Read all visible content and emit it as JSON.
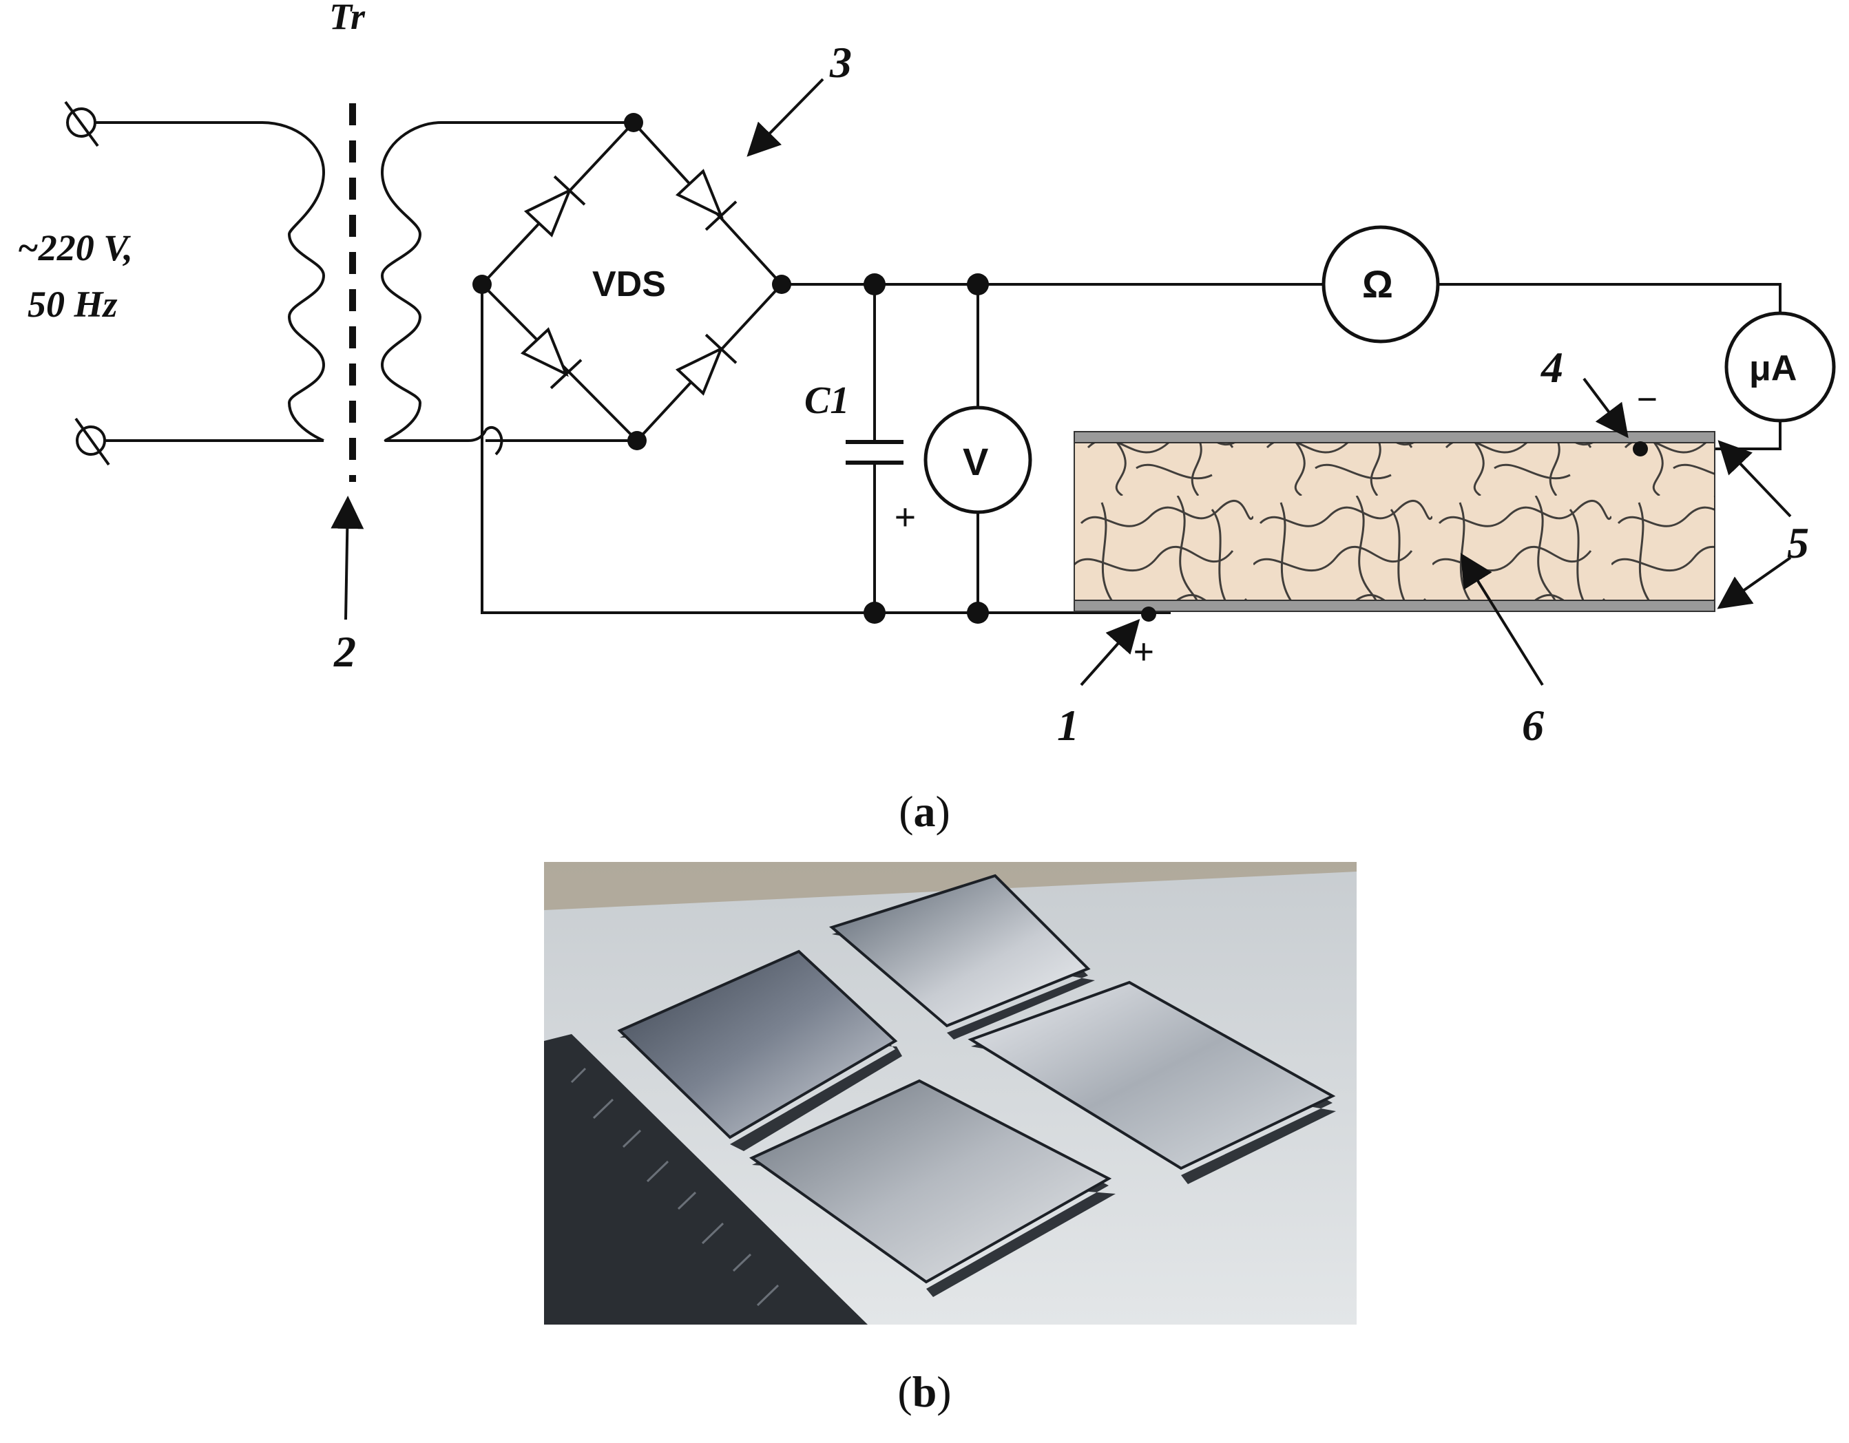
{
  "labels": {
    "transformer": "Tr",
    "mains_line1": "~220 V,",
    "mains_line2": "50 Hz",
    "bridge": "VDS",
    "capacitor": "C1",
    "voltmeter": "V",
    "ohmmeter": "Ω",
    "microammeter": "μA",
    "plus_cap": "+",
    "minus_sign": "−",
    "plus_sign": "+"
  },
  "callouts": {
    "n1": "1",
    "n2": "2",
    "n3": "3",
    "n4": "4",
    "n5": "5",
    "n6": "6"
  },
  "captions": {
    "a_open": "(",
    "a_letter": "a",
    "a_close": ")",
    "b_open": "(",
    "b_letter": "b",
    "b_close": ")"
  },
  "colors": {
    "line": "#111111",
    "sample_fill": "#f0ddc8",
    "plate": "#9a9a9a",
    "photo_bg": "#dfe3e6"
  }
}
